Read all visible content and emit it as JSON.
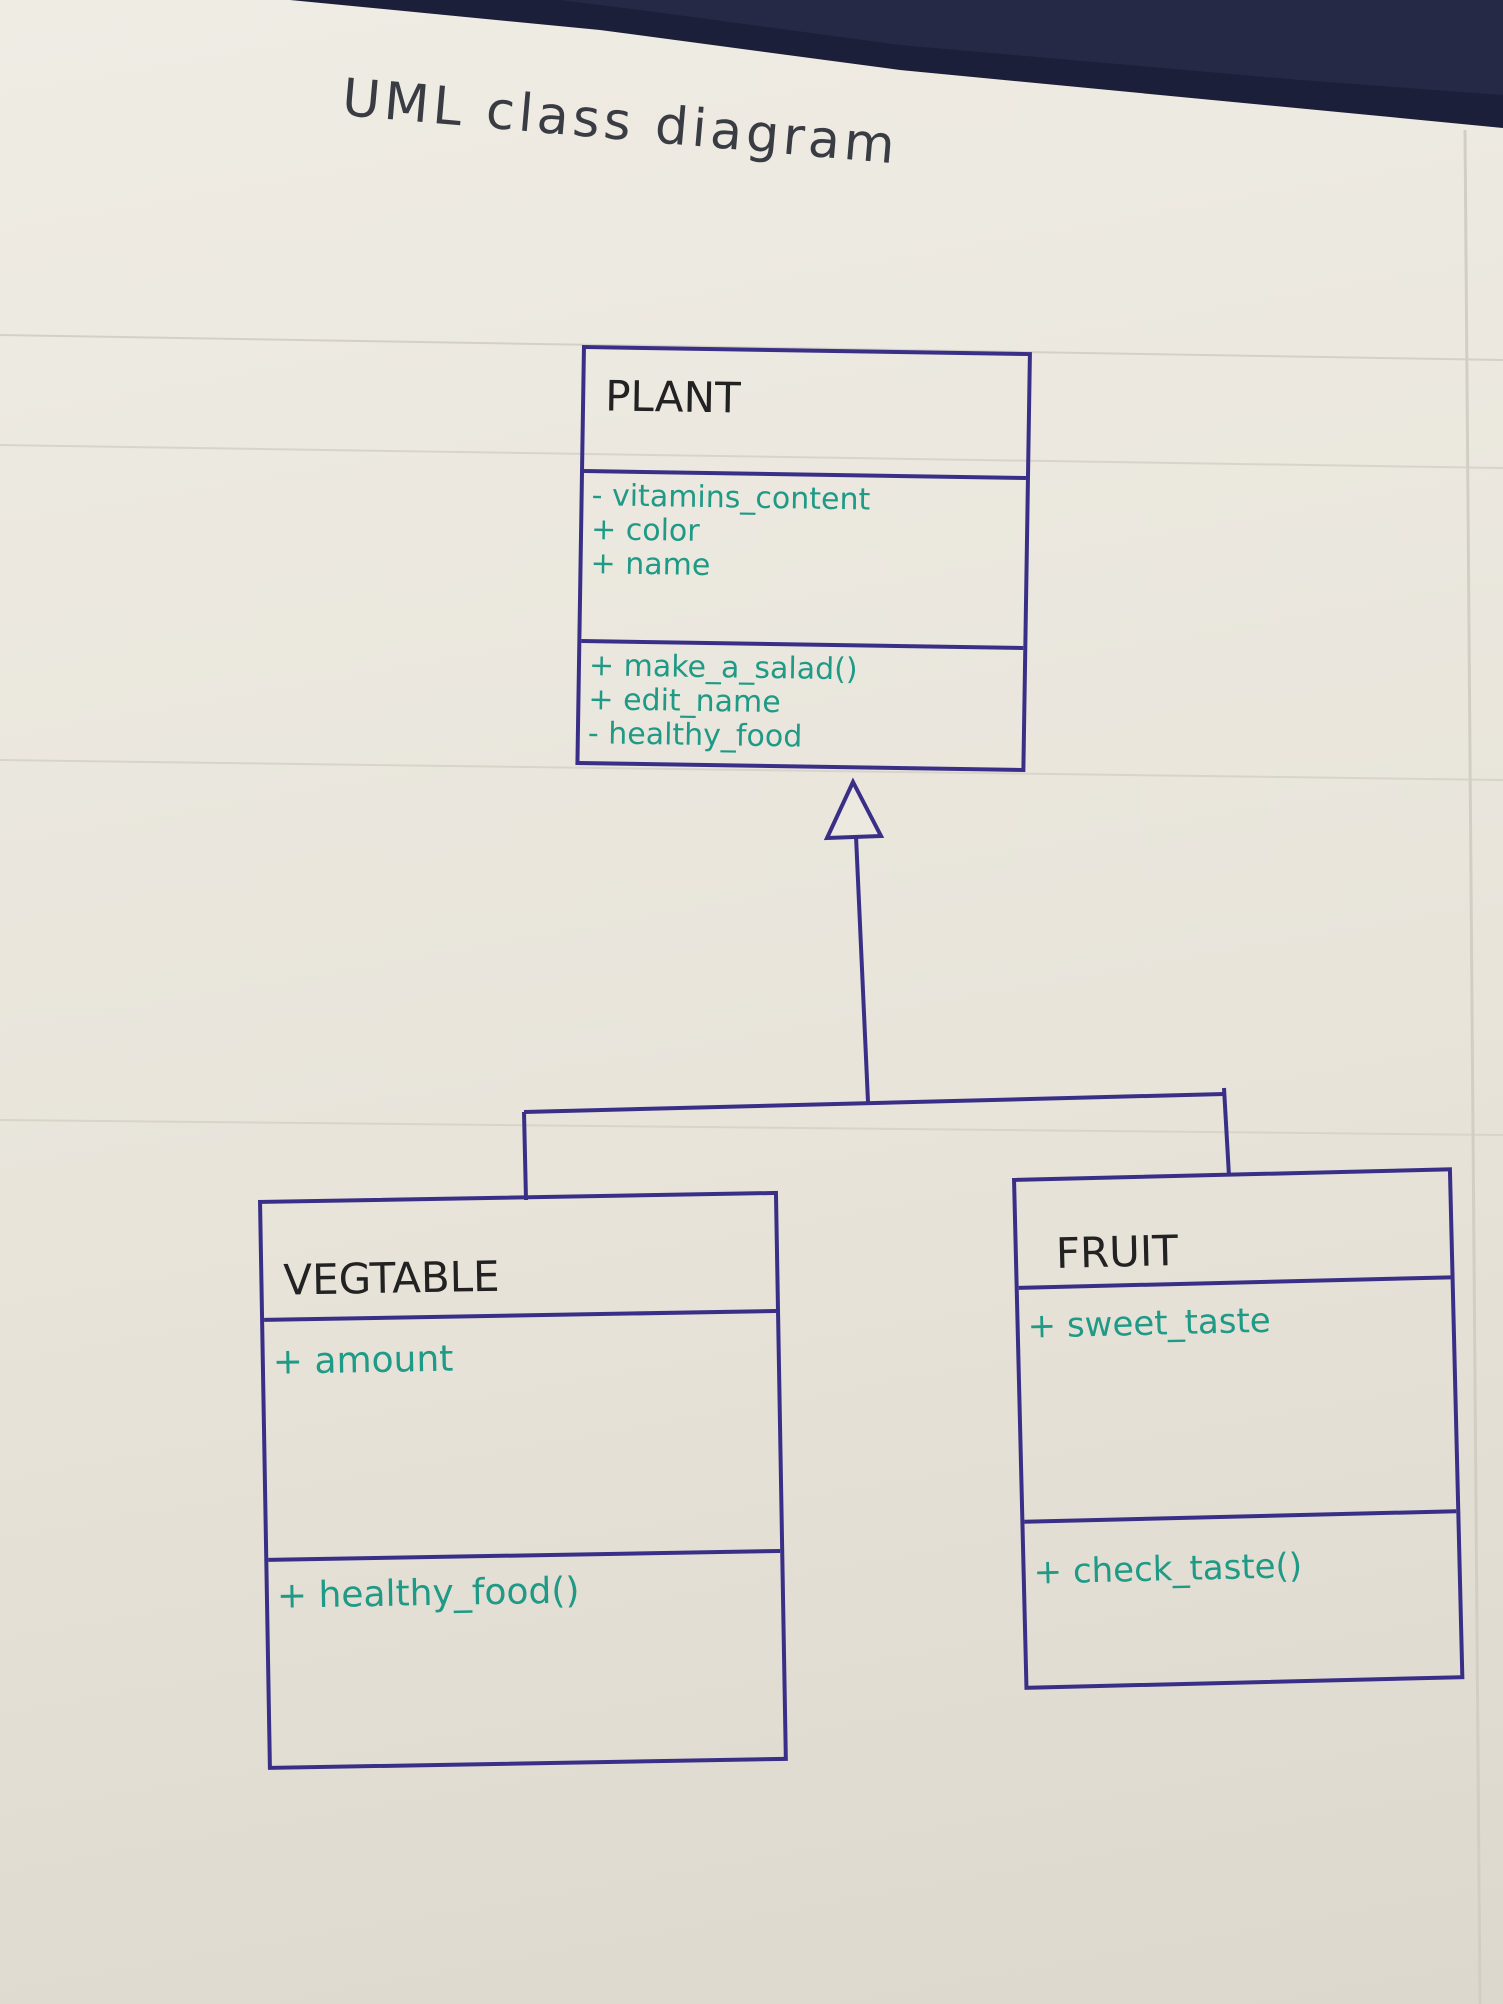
{
  "title": "UML class diagram",
  "colors": {
    "ink_box": "#3a2f86",
    "ink_member": "#1f9a86",
    "ink_name": "#222222",
    "paper": "#ece9e1"
  },
  "classes": {
    "plant": {
      "name": "PLANT",
      "attributes": [
        "- vitamins_content",
        "+ color",
        "+ name"
      ],
      "methods": [
        "+ make_a_salad()",
        "+ edit_name",
        "- healthy_food"
      ]
    },
    "vegetable": {
      "name": "VEGTABLE",
      "attributes": [
        "+ amount"
      ],
      "methods": [
        "+ healthy_food()"
      ]
    },
    "fruit": {
      "name": "FRUIT",
      "attributes": [
        "+ sweet_taste"
      ],
      "methods": [
        "+ check_taste()"
      ]
    }
  },
  "relationships": [
    {
      "type": "generalization",
      "from": "VEGTABLE",
      "to": "PLANT"
    },
    {
      "type": "generalization",
      "from": "FRUIT",
      "to": "PLANT"
    }
  ]
}
